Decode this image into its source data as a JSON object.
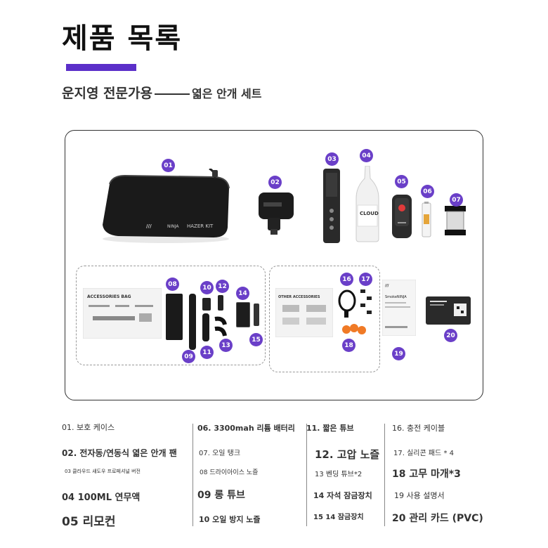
{
  "header": {
    "title": "제품 목록",
    "subtitle_part1": "운지영 전문가용",
    "subtitle_part2": "엷은 안개 세트"
  },
  "colors": {
    "accent": "#5b2fc9",
    "badge": "#6a3fc8"
  },
  "badges": [
    "01",
    "02",
    "03",
    "04",
    "05",
    "06",
    "07",
    "08",
    "09",
    "10",
    "11",
    "12",
    "13",
    "14",
    "15",
    "16",
    "17",
    "18",
    "19",
    "20"
  ],
  "product_print": {
    "case_brand": "HAZER KIT",
    "accessories_bag": "ACCESSORIES BAG",
    "other_accessories": "OTHER ACCESSORIES",
    "bottle_label": "CLOUD",
    "manual_brand": "SmokeNINJA"
  },
  "list": {
    "col1": [
      "01. 보호 케이스",
      "02. 전자동/연동식 엷은 안개 팬",
      "03 클라우드 섀도우 프로페셔널 버전",
      "04 100ML 연무액",
      "05 리모컨"
    ],
    "col2": [
      "06. 3300mah 리튬 배터리",
      "07. 오일 탱크",
      "08 드라이아이스 노즐",
      "09 롱 튜브",
      "10 오일 방지 노즐"
    ],
    "col3": [
      "11. 짧은 튜브",
      "12. 고압 노즐",
      "13 벤딩 튜브*2",
      "14 자석 잠금장치",
      "15 14 잠금장치"
    ],
    "col4": [
      "16. 충전 케이블",
      "17. 실리콘 패드 * 4",
      "18 고무 마개*3",
      "19 사용 설명서",
      "20 관리 카드 (PVC)"
    ]
  }
}
